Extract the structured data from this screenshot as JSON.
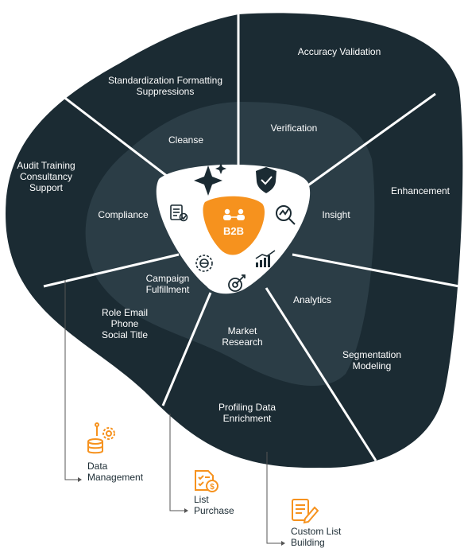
{
  "center": {
    "label": "B2B"
  },
  "outer_segments": [
    {
      "id": "standardization",
      "lines": [
        "Standardization Formatting",
        "Suppressions"
      ]
    },
    {
      "id": "accuracy",
      "lines": [
        "Accuracy Validation"
      ]
    },
    {
      "id": "enhancement",
      "lines": [
        "Enhancement"
      ]
    },
    {
      "id": "segmentation",
      "lines": [
        "Segmentation",
        "Modeling"
      ]
    },
    {
      "id": "profiling",
      "lines": [
        "Profiling Data",
        "Enrichment"
      ]
    },
    {
      "id": "role",
      "lines": [
        "Role Email",
        "Phone",
        "Social Title"
      ]
    },
    {
      "id": "audit",
      "lines": [
        "Audit Training",
        "Consultancy",
        "Support"
      ]
    }
  ],
  "inner_segments": [
    {
      "id": "cleanse",
      "lines": [
        "Cleanse"
      ]
    },
    {
      "id": "verification",
      "lines": [
        "Verification"
      ]
    },
    {
      "id": "insight",
      "lines": [
        "Insight"
      ]
    },
    {
      "id": "analytics",
      "lines": [
        "Analytics"
      ]
    },
    {
      "id": "market",
      "lines": [
        "Market",
        "Research"
      ]
    },
    {
      "id": "campaign",
      "lines": [
        "Campaign",
        "Fulfillment"
      ]
    },
    {
      "id": "compliance",
      "lines": [
        "Compliance"
      ]
    }
  ],
  "callouts": [
    {
      "id": "data-management",
      "lines": [
        "Data",
        "Management"
      ],
      "icon": "gears-database-icon"
    },
    {
      "id": "list-purchase",
      "lines": [
        "List",
        "Purchase"
      ],
      "icon": "checklist-dollar-icon"
    },
    {
      "id": "custom-list",
      "lines": [
        "Custom List",
        "Building"
      ],
      "icon": "document-pencil-icon"
    }
  ],
  "icons": [
    "sparkle-icon",
    "shield-check-icon",
    "magnifier-chart-icon",
    "bar-chart-icon",
    "target-arrow-icon",
    "settings-globe-icon",
    "checklist-document-icon",
    "people-network-icon"
  ],
  "colors": {
    "outer": "#1b2b33",
    "inner": "#2b3d46",
    "center": "#ffffff",
    "accent": "#f6921e",
    "divider": "#ffffff"
  }
}
